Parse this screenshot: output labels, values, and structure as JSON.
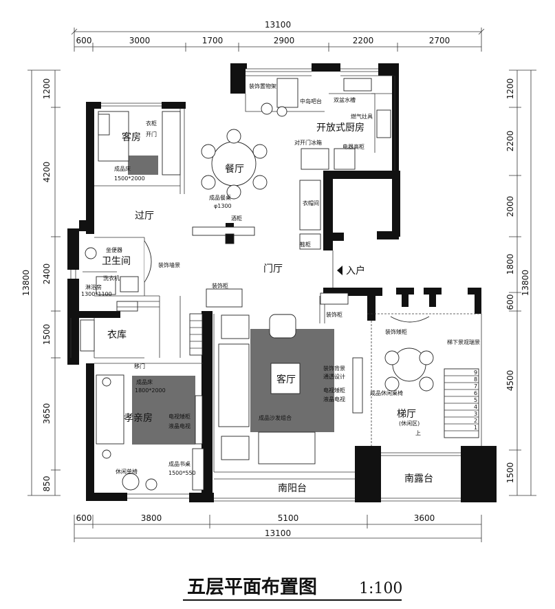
{
  "title": "五层平面布置图",
  "scale": "1:100",
  "dimensions": {
    "top_total": "13100",
    "top_segments": [
      "600",
      "3000",
      "1700",
      "2900",
      "2200",
      "2700"
    ],
    "bottom_total": "13100",
    "bottom_segments": [
      "600",
      "3800",
      "5100",
      "3600"
    ],
    "left_total": "13800",
    "left_segments": [
      "1200",
      "4200",
      "2400",
      "1500",
      "3650",
      "850"
    ],
    "right_total": "13800",
    "right_segments": [
      "1200",
      "2200",
      "2000",
      "1800",
      "600",
      "4500",
      "1500"
    ]
  },
  "rooms": {
    "guest_room": "客房",
    "open_kitchen": "开放式厨房",
    "dining": "餐厅",
    "hall": "过厅",
    "bathroom": "卫生间",
    "foyer": "门厅",
    "entrance": "入户",
    "wardrobe_room": "衣库",
    "parent_room": "孝亲房",
    "living_room": "客厅",
    "stair_hall": "梯厅",
    "stair_hall_sub": "(休闲区)",
    "south_balcony": "南阳台",
    "south_terrace": "南露台"
  },
  "labels": {
    "display_shelf": "装饰置物架",
    "island_bar": "中岛吧台",
    "double_sink": "双盆水槽",
    "gas_stove": "燃气灶具",
    "fridge": "对开门冰箱",
    "tall_cabinet": "电器高柜",
    "wardrobe_door": "衣柜",
    "wardrobe_door2": "开门",
    "guest_bed": "成品床",
    "guest_bed_size": "1500*2000",
    "dining_table": "成品餐桌",
    "dining_table_size": "φ1300",
    "coat_cabinet": "衣帽间",
    "wine_cabinet": "酒柜",
    "shoe_cabinet": "鞋柜",
    "toilet": "坐便器",
    "decor_wall": "装饰墙景",
    "washer": "洗衣机",
    "shower": "淋浴房",
    "shower_size": "1300*1100",
    "decor_cabinet_1": "装饰柜",
    "decor_cabinet_2": "装饰柜",
    "decor_low_cabinet": "装饰矮柜",
    "stair_view": "梯下景观瑞景",
    "sliding_door": "移门",
    "parent_bed": "成品床",
    "parent_bed_size": "1800*2000",
    "tv_cabinet_left_1": "电视矮柜",
    "tv_cabinet_left_2": "液晶电视",
    "decor_bg_1": "装饰背景",
    "decor_bg_2": "通透设计",
    "tv_cabinet_right_1": "电视矮柜",
    "tv_cabinet_right_2": "液晶电视",
    "leisure_table": "成品休闲桌椅",
    "sofa_set": "成品沙发组合",
    "desk": "成品书桌",
    "desk_size": "1500*550",
    "lounge_chair": "休闲单椅",
    "stair_up": "上",
    "stair_steps": [
      "9",
      "8",
      "7",
      "6",
      "5",
      "4",
      "3",
      "2",
      "1"
    ]
  }
}
